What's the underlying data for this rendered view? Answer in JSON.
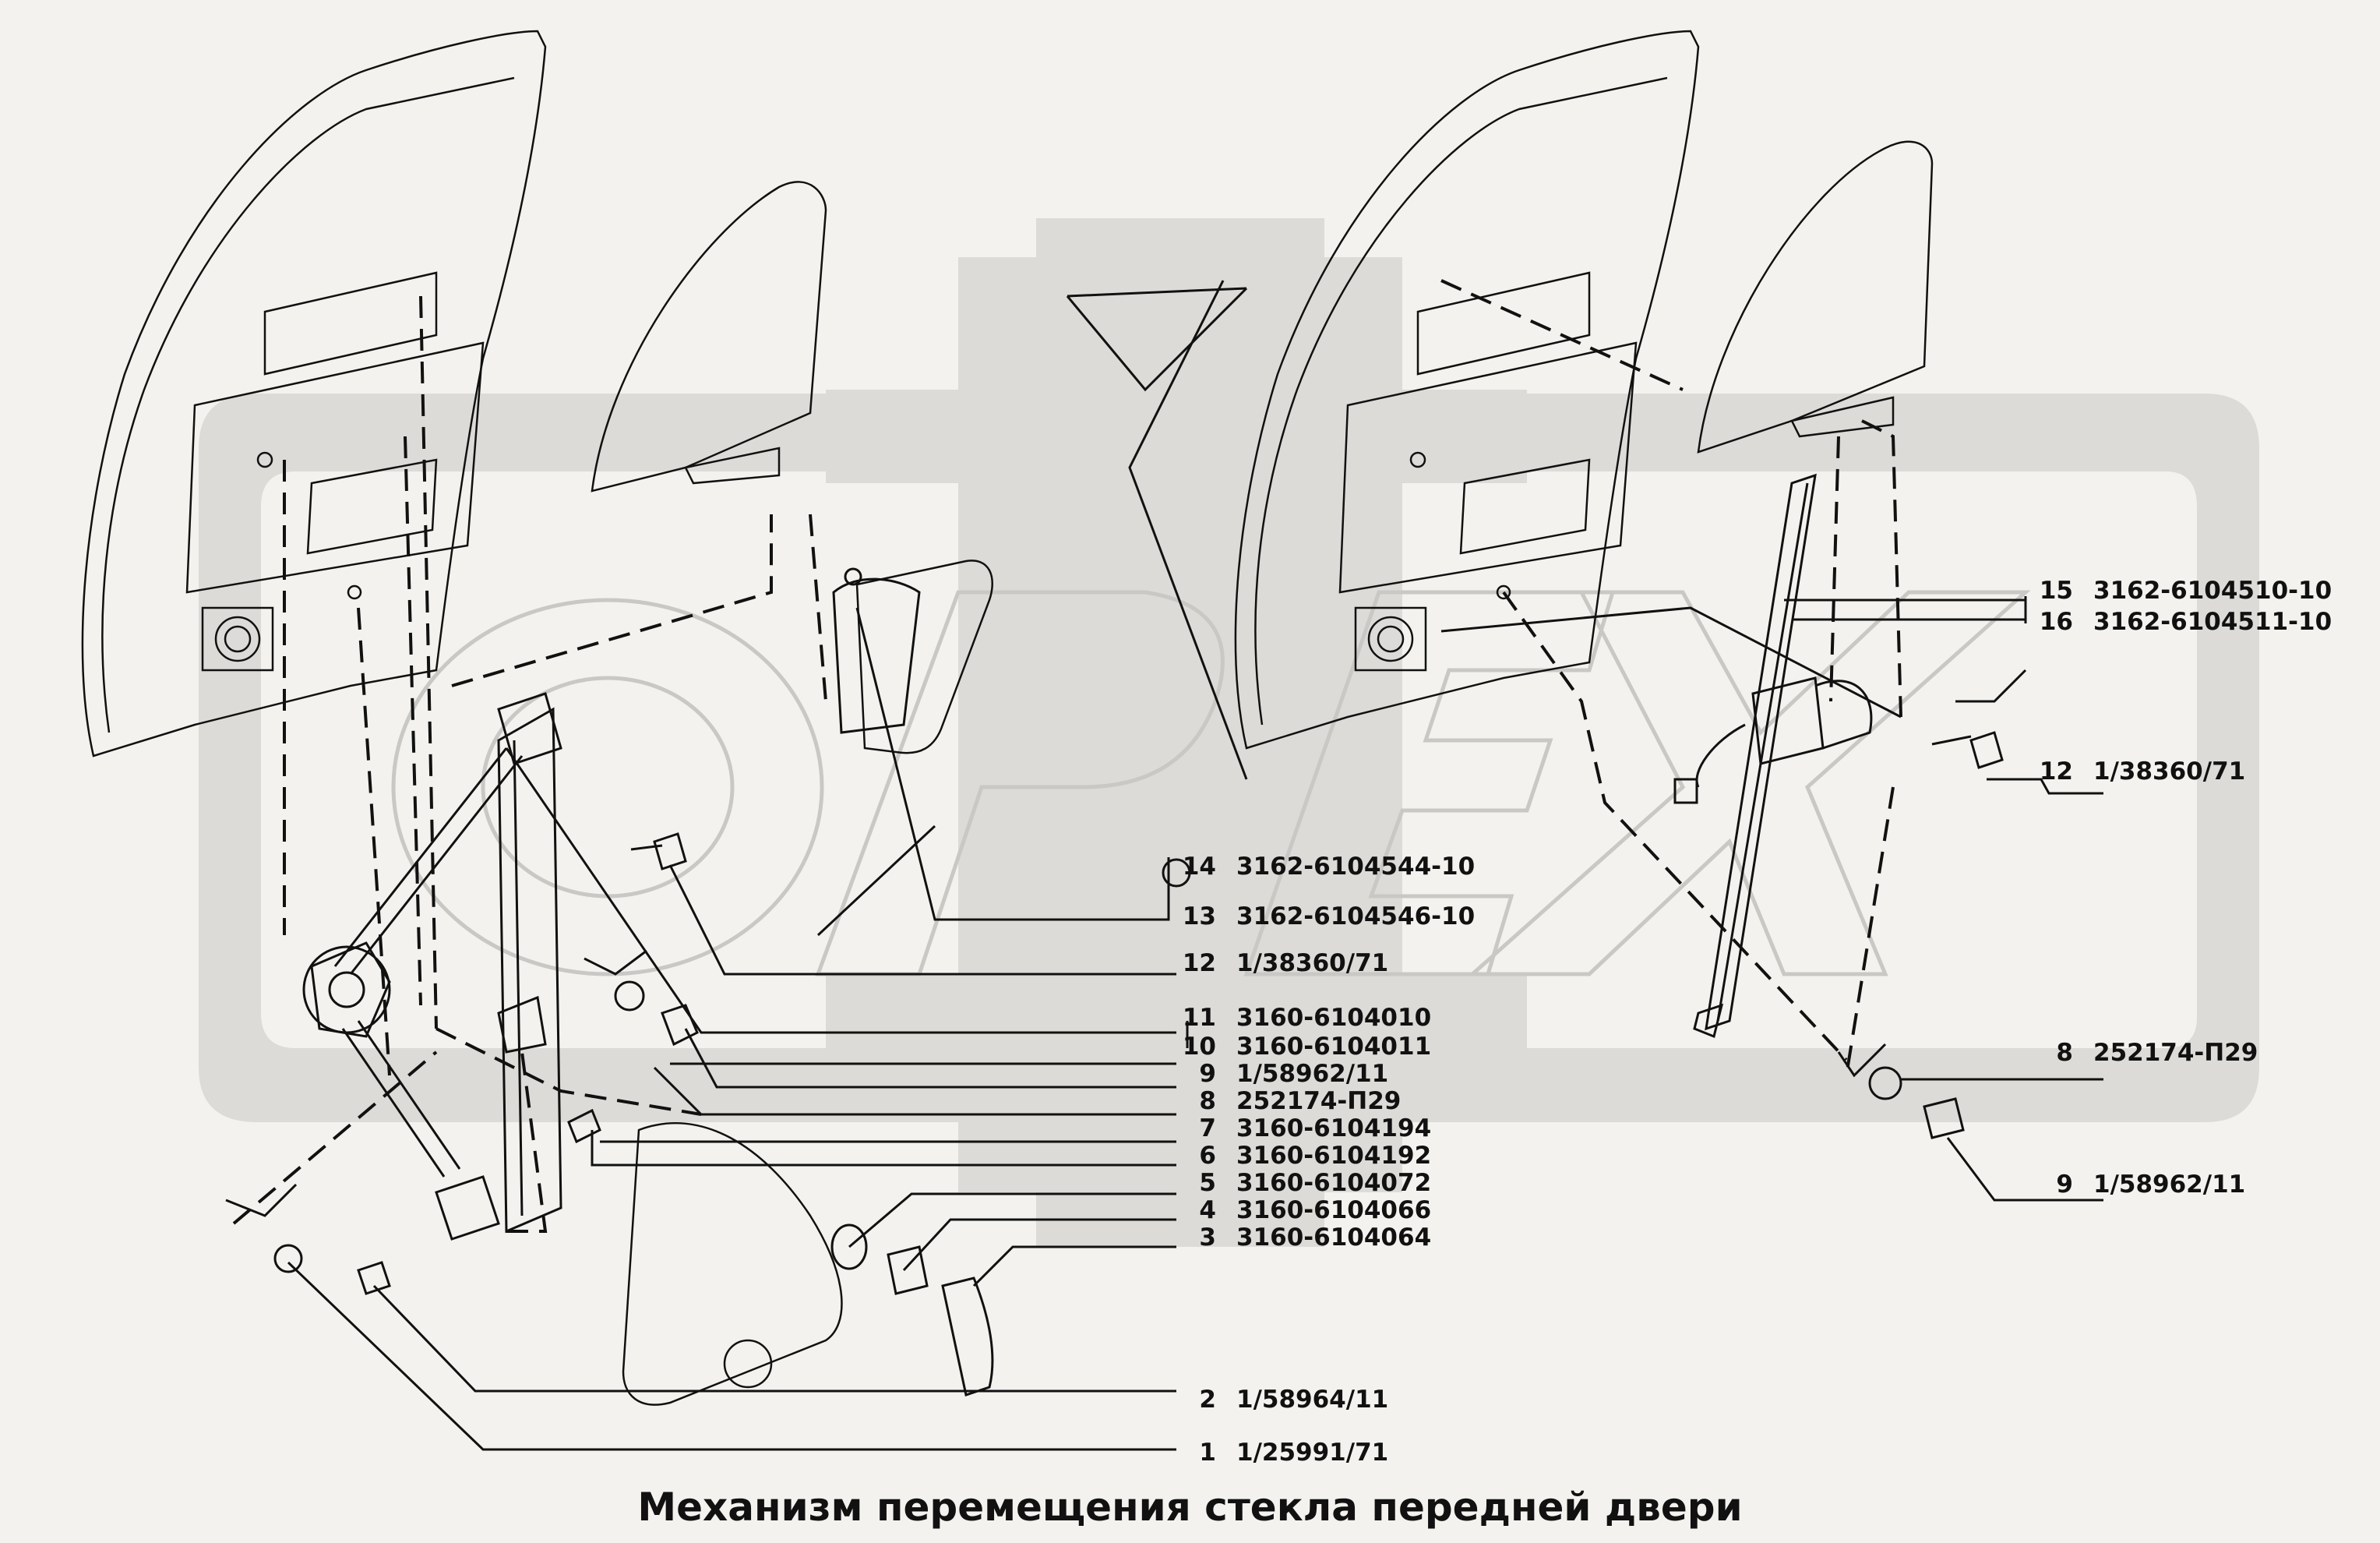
{
  "title": "Механизм перемещения стекла передней двери",
  "watermark": "OPEX",
  "colors": {
    "background": "#f3f2ee",
    "ink": "#111111",
    "watermark": "#dcdbd8"
  },
  "labels": [
    {
      "num": "1",
      "code": "1/25991/71"
    },
    {
      "num": "2",
      "code": "1/58964/11"
    },
    {
      "num": "3",
      "code": "3160-6104064"
    },
    {
      "num": "4",
      "code": "3160-6104066"
    },
    {
      "num": "5",
      "code": "3160-6104072"
    },
    {
      "num": "6",
      "code": "3160-6104192"
    },
    {
      "num": "7",
      "code": "3160-6104194"
    },
    {
      "num": "8",
      "code": "252174-П29"
    },
    {
      "num": "9",
      "code": "1/58962/11"
    },
    {
      "num": "10",
      "code": "3160-6104011"
    },
    {
      "num": "11",
      "code": "3160-6104010"
    },
    {
      "num": "12",
      "code": "1/38360/71"
    },
    {
      "num": "13",
      "code": "3162-6104546-10"
    },
    {
      "num": "14",
      "code": "3162-6104544-10"
    },
    {
      "num": "15",
      "code": "3162-6104510-10"
    },
    {
      "num": "16",
      "code": "3162-6104511-10"
    },
    {
      "num": "12",
      "code": "1/38360/71"
    },
    {
      "num": "8",
      "code": "252174-П29"
    },
    {
      "num": "9",
      "code": "1/58962/11"
    }
  ]
}
